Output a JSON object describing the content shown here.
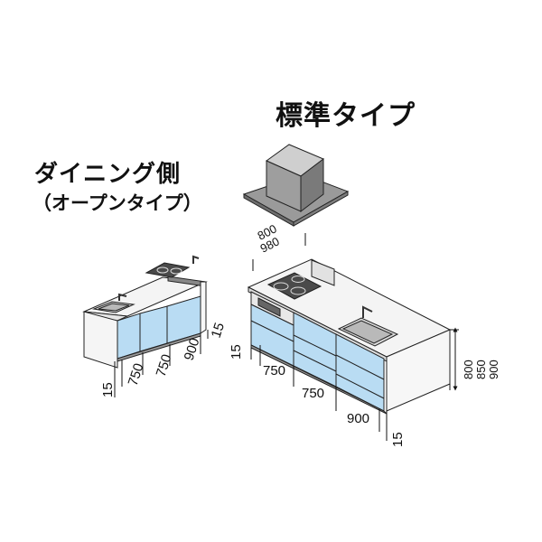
{
  "titles": {
    "standard": "標準タイプ",
    "dining": "ダイニング側",
    "dining_sub": "（オープンタイプ）"
  },
  "dimensions": {
    "hood_800": "800",
    "hood_980": "980",
    "left_15_a": "15",
    "left_750_a": "750",
    "left_750_b": "750",
    "left_900": "900",
    "left_15_b": "15",
    "right_15_a": "15",
    "right_750_a": "750",
    "right_750_b": "750",
    "right_900": "900",
    "right_15_b": "15",
    "height_800": "800",
    "height_850": "850",
    "height_900": "900"
  },
  "colors": {
    "cabinet_blue": "#b9dcf3",
    "cabinet_blue_dark": "#8fc2e6",
    "outline": "#222222",
    "counter": "#f4f4f4"
  }
}
